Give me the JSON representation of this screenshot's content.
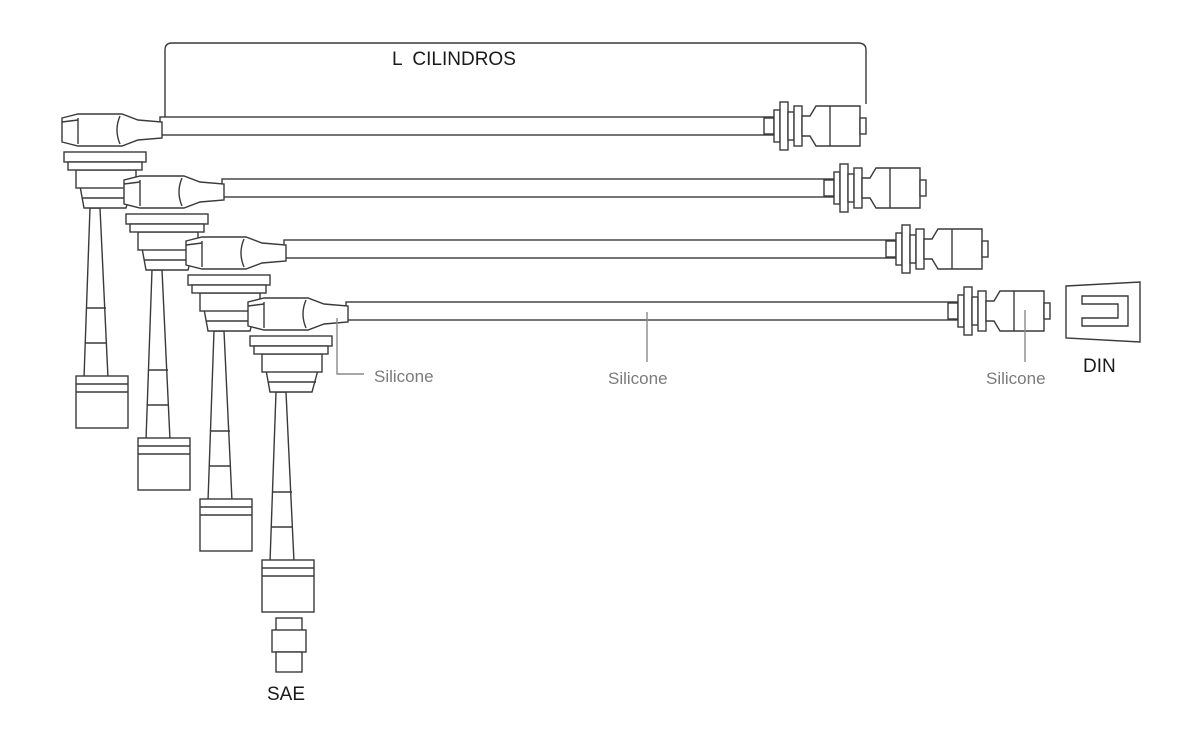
{
  "diagram": {
    "title": "L  CILINDROS",
    "cables": [
      {
        "id": "cable-1"
      },
      {
        "id": "cable-2"
      },
      {
        "id": "cable-3"
      },
      {
        "id": "cable-4"
      }
    ],
    "labels": {
      "boot_material": "Silicone",
      "wire_material": "Silicone",
      "terminal_material": "Silicone",
      "terminal_type": "DIN",
      "plug_type": "SAE"
    },
    "colors": {
      "line": "#3a3a3a",
      "leader": "#8a8a8a",
      "text_dark": "#1a1a1a",
      "text_grey": "#7b7b7b"
    }
  }
}
